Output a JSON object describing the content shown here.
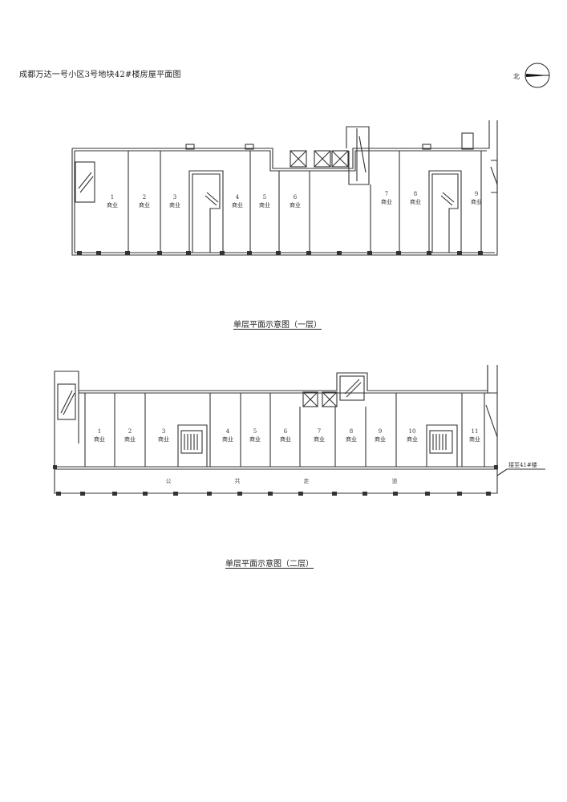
{
  "title": "成都万达一号小区3号地块42#楼房屋平面图",
  "north": {
    "label": "北",
    "icon": "north-arrow-icon"
  },
  "floor1": {
    "caption": "单层平面示意图（一层）",
    "units": [
      {
        "num": "1",
        "use": "商业"
      },
      {
        "num": "2",
        "use": "商业"
      },
      {
        "num": "3",
        "use": "商业"
      },
      {
        "num": "4",
        "use": "商业"
      },
      {
        "num": "5",
        "use": "商业"
      },
      {
        "num": "6",
        "use": "商业"
      },
      {
        "num": "7",
        "use": "商业"
      },
      {
        "num": "8",
        "use": "商业"
      },
      {
        "num": "9",
        "use": "商业"
      }
    ]
  },
  "floor2": {
    "caption": "单层平面示意图（二层）",
    "units": [
      {
        "num": "1",
        "use": "商业"
      },
      {
        "num": "2",
        "use": "商业"
      },
      {
        "num": "3",
        "use": "商业"
      },
      {
        "num": "4",
        "use": "商业"
      },
      {
        "num": "5",
        "use": "商业"
      },
      {
        "num": "6",
        "use": "商业"
      },
      {
        "num": "7",
        "use": "商业"
      },
      {
        "num": "8",
        "use": "商业"
      },
      {
        "num": "9",
        "use": "商业"
      },
      {
        "num": "10",
        "use": "商业"
      },
      {
        "num": "11",
        "use": "商业"
      }
    ],
    "corridor": [
      "公",
      "共",
      "走",
      "道"
    ],
    "note": "接至41#楼"
  }
}
